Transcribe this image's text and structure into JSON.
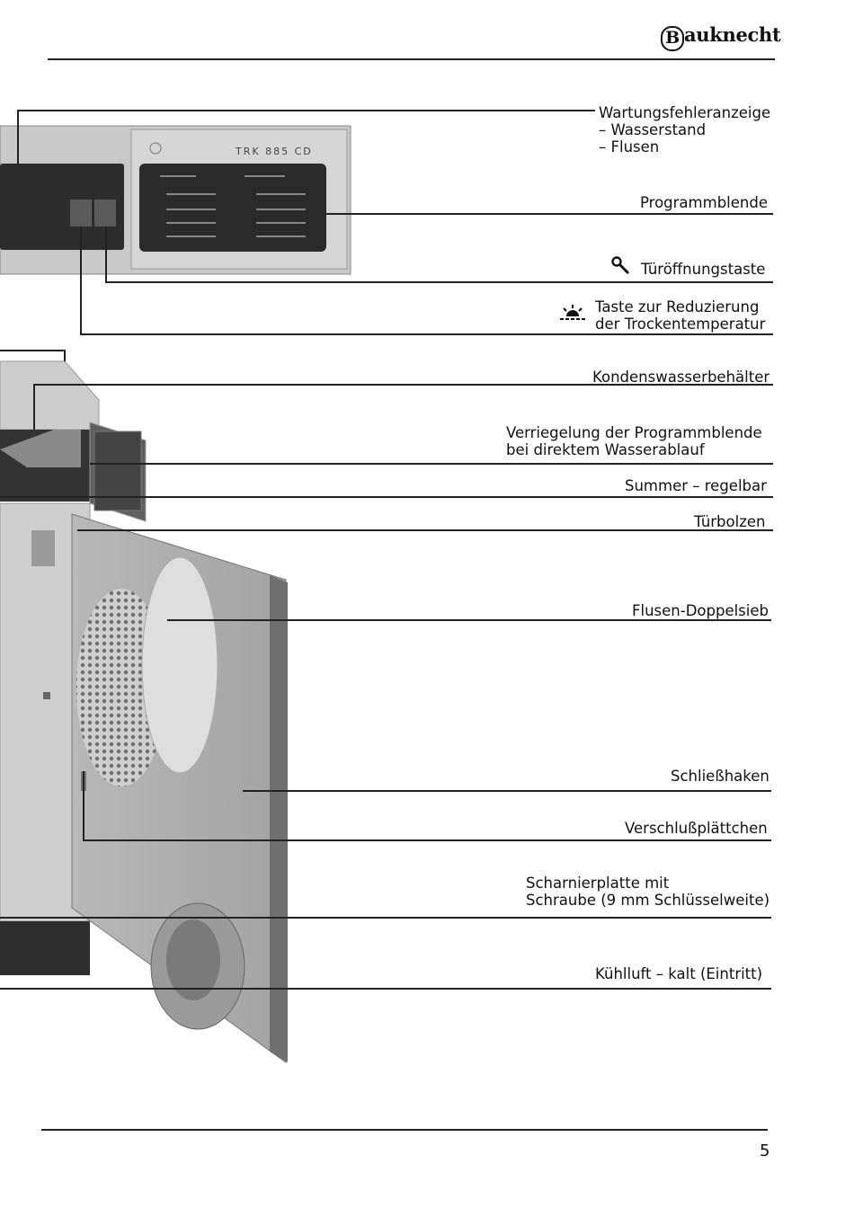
{
  "brand": {
    "name": "auknecht",
    "initial": "B"
  },
  "panel": {
    "model": "TRK 885 CD"
  },
  "labels": {
    "wartung": {
      "line1": "Wartungsfehleranzeige",
      "line2": "– Wasserstand",
      "line3": "– Flusen"
    },
    "programmblende": "Programmblende",
    "tueroeffnung": "Türöffnungstaste",
    "temperatur": {
      "line1": "Taste zur Reduzierung",
      "line2": "der Trockentemperatur"
    },
    "kondens": "Kondenswasserbehälter",
    "verriegelung": {
      "line1": "Verriegelung der Programmblende",
      "line2": "bei direktem Wasserablauf"
    },
    "summer": "Summer – regelbar",
    "tuerbolzen": "Türbolzen",
    "flusensieb": "Flusen-Doppelsieb",
    "schliesshaken": "Schließhaken",
    "verschluss": "Verschlußplättchen",
    "scharnier": {
      "line1": "Scharnierplatte mit",
      "line2": "Schraube (9 mm Schlüsselweite)"
    },
    "kuehlluft": "Kühlluft – kalt (Eintritt)"
  },
  "icons": {
    "tueroeffnung": "wrench-icon",
    "temperatur": "sun-reduce-icon"
  },
  "footer": {
    "page_number": "5"
  }
}
